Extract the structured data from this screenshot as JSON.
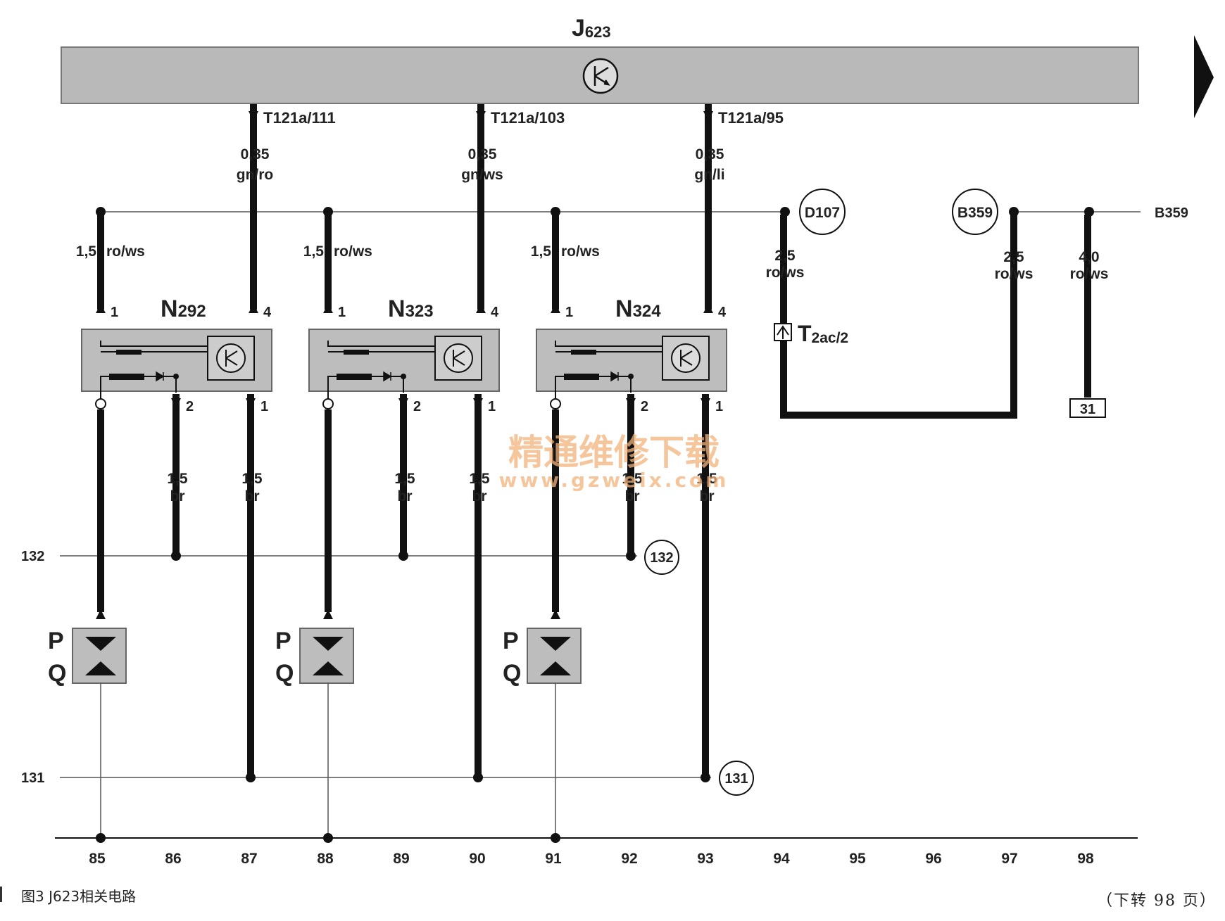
{
  "ecu": {
    "label_main": "J",
    "label_sub": "623"
  },
  "actuators": [
    {
      "name_main": "N",
      "name_sub": "292",
      "signal_pin": "T121a/111",
      "signal_size": "0,35",
      "signal_color": "gn/ro",
      "supply_size": "1,5",
      "supply_color": "ro/ws",
      "pin1": "1",
      "pin4": "4",
      "pin2": "2",
      "pin1b": "1",
      "gnd_a_size": "1,5",
      "gnd_a_color": "br",
      "gnd_b_size": "1,5",
      "gnd_b_color": "br",
      "pq_p": "P",
      "pq_q": "Q"
    },
    {
      "name_main": "N",
      "name_sub": "323",
      "signal_pin": "T121a/103",
      "signal_size": "0,35",
      "signal_color": "gn/ws",
      "supply_size": "1,5",
      "supply_color": "ro/ws",
      "pin1": "1",
      "pin4": "4",
      "pin2": "2",
      "pin1b": "1",
      "gnd_a_size": "1,5",
      "gnd_a_color": "br",
      "gnd_b_size": "1,5",
      "gnd_b_color": "br",
      "pq_p": "P",
      "pq_q": "Q"
    },
    {
      "name_main": "N",
      "name_sub": "324",
      "signal_pin": "T121a/95",
      "signal_size": "0,35",
      "signal_color": "gn/li",
      "supply_size": "1,5",
      "supply_color": "ro/ws",
      "pin1": "1",
      "pin4": "4",
      "pin2": "2",
      "pin1b": "1",
      "gnd_a_size": "1,5",
      "gnd_a_color": "br",
      "gnd_b_size": "1,5",
      "gnd_b_color": "br",
      "pq_p": "P",
      "pq_q": "Q"
    }
  ],
  "d107": {
    "label": "D107",
    "size": "2,5",
    "color": "ro/ws",
    "connector_main": "T",
    "connector_sub": "2ac/2"
  },
  "b359": {
    "label": "B359",
    "line_label": "B359",
    "size_a": "2,5",
    "color_a": "ro/ws",
    "size_b": "4,0",
    "color_b": "ro/ws",
    "ground": "31"
  },
  "buses": {
    "line_132": "132",
    "line_132_end": "132",
    "line_131": "131",
    "line_131_end": "131"
  },
  "watermark": {
    "cn": "精通维修下载",
    "url": "www.gzweix.com"
  },
  "track_numbers": [
    "85",
    "86",
    "87",
    "88",
    "89",
    "90",
    "91",
    "92",
    "93",
    "94",
    "95",
    "96",
    "97",
    "98"
  ],
  "caption": "图3  J623相关电路",
  "continued": "（下转 98 页）",
  "colors": {
    "ecu_fill": "#b9b9b9",
    "module_fill": "#bdbdbd",
    "wire": "#111111",
    "thin_line": "#555555",
    "watermark": "#f2b27a"
  }
}
